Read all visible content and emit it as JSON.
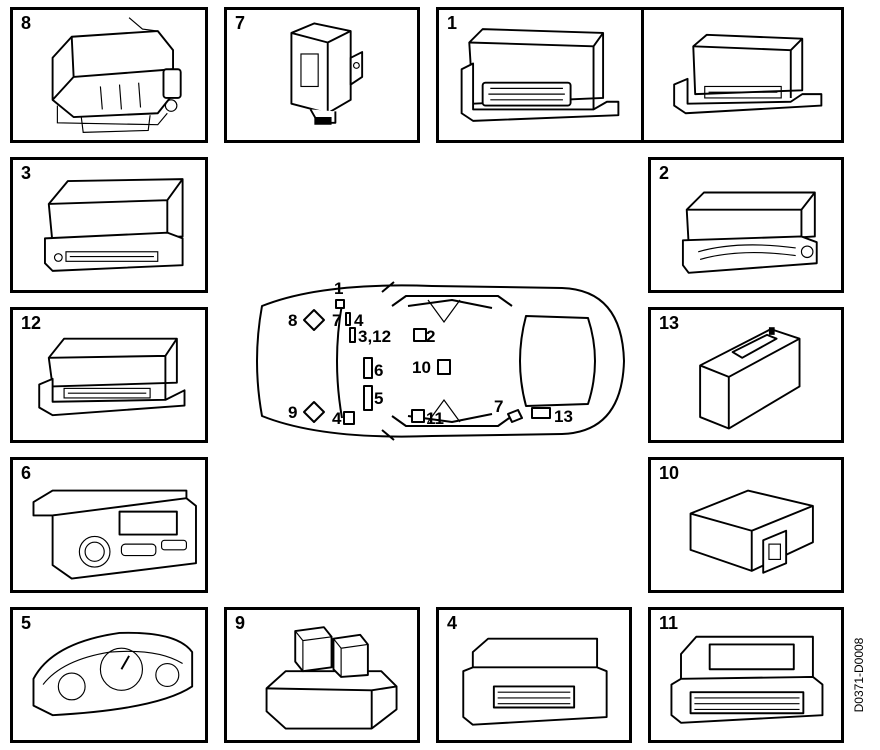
{
  "panels": [
    {
      "id": "8",
      "label": "8"
    },
    {
      "id": "7",
      "label": "7"
    },
    {
      "id": "1",
      "label": "1"
    },
    {
      "id": "1b",
      "label": ""
    },
    {
      "id": "3",
      "label": "3"
    },
    {
      "id": "2",
      "label": "2"
    },
    {
      "id": "12",
      "label": "12"
    },
    {
      "id": "13",
      "label": "13"
    },
    {
      "id": "6",
      "label": "6"
    },
    {
      "id": "10",
      "label": "10"
    },
    {
      "id": "5",
      "label": "5"
    },
    {
      "id": "9",
      "label": "9"
    },
    {
      "id": "4",
      "label": "4"
    },
    {
      "id": "11",
      "label": "11"
    }
  ],
  "car_callouts": {
    "c1": "1",
    "c7a": "7",
    "c4a": "4",
    "c8": "8",
    "c3_12": "3,12",
    "c2": "2",
    "c6": "6",
    "c10": "10",
    "c5": "5",
    "c9": "9",
    "c4b": "4",
    "c11": "11",
    "c7b": "7",
    "c13": "13"
  },
  "drawing_code": "D0371-D0008"
}
